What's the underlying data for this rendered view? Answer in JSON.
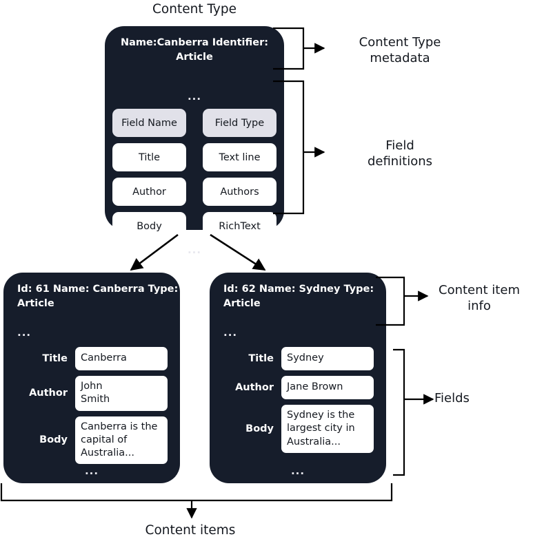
{
  "diagram": {
    "title": "Content Type",
    "bottom_label": "Content items",
    "annotations": {
      "content_type_metadata": "Content Type\nmetadata",
      "field_definitions": "Field\ndefinitions",
      "content_item_info": "Content item\ninfo",
      "fields": "Fields"
    },
    "ellipsis": "...",
    "colors": {
      "card_background": "#161d2b",
      "card_text": "#ffffff",
      "field_box": "#ffffff",
      "field_header_box": "#e1e1e9",
      "page_background": "#ffffff",
      "line": "#000000",
      "caption_text": "#14181f"
    }
  },
  "content_type": {
    "metadata_lines": "Name:Canberra\nIdentifier: Article",
    "field_table": {
      "headers": [
        "Field Name",
        "Field Type"
      ],
      "rows": [
        [
          "Title",
          "Text line"
        ],
        [
          "Author",
          "Authors"
        ],
        [
          "Body",
          "RichText"
        ]
      ]
    }
  },
  "content_items": [
    {
      "info_lines": "Id: 61\nName: Canberra\nType: Article",
      "fields": [
        {
          "label": "Title",
          "value": "Canberra"
        },
        {
          "label": "Author",
          "value": "John\nSmith"
        },
        {
          "label": "Body",
          "value": "Canberra is the\ncapital of\nAustralia..."
        }
      ]
    },
    {
      "info_lines": "Id: 62\nName: Sydney\nType: Article",
      "fields": [
        {
          "label": "Title",
          "value": "Sydney"
        },
        {
          "label": "Author",
          "value": "Jane Brown"
        },
        {
          "label": "Body",
          "value": "Sydney is the\nlargest city in\nAustralia..."
        }
      ]
    }
  ]
}
